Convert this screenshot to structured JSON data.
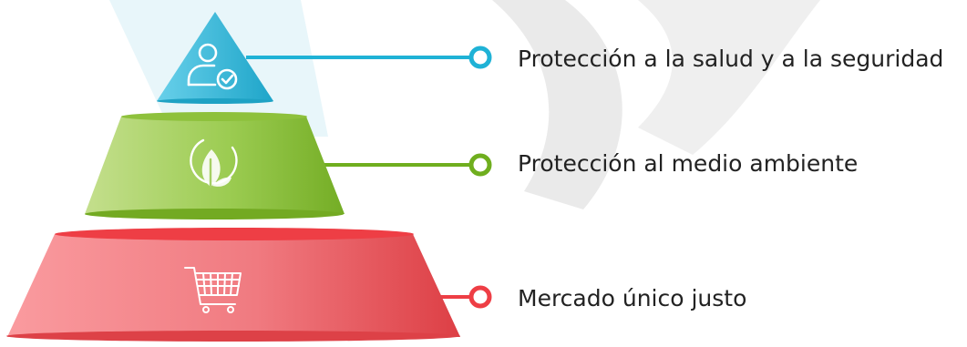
{
  "diagram": {
    "tiers": [
      {
        "label": "Protección a la salud y a la seguridad",
        "icon": "user-check-icon",
        "color": "#29b6d6"
      },
      {
        "label": "Protección al medio ambiente",
        "icon": "leaf-icon",
        "color": "#6fae1e"
      },
      {
        "label": "Mercado único justo",
        "icon": "shopping-cart-icon",
        "color": "#ee3e45"
      }
    ],
    "background": {
      "arc_color": "#d3d3d3",
      "band_color": "#e6f5fa"
    }
  }
}
